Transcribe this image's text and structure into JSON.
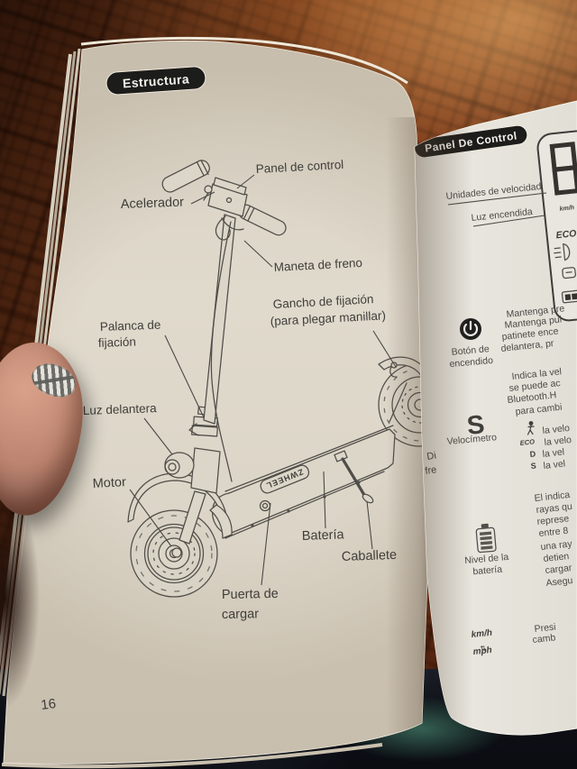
{
  "left_page": {
    "section_badge": "Estructura",
    "page_number": "16",
    "brand_logo": "ZWHEEL",
    "labels": {
      "panel_de_control": "Panel de control",
      "acelerador": "Acelerador",
      "maneta_de_freno": "Maneta de freno",
      "gancho_1": "Gancho de fijación",
      "gancho_2": "(para plegar manillar)",
      "palanca_1": "Palanca de",
      "palanca_2": "fijación",
      "luz_delantera": "Luz delantera",
      "motor": "Motor",
      "bateria": "Batería",
      "caballete": "Caballete",
      "puerta_1": "Puerta de",
      "puerta_2": "cargar"
    },
    "spine_fragments": {
      "f1": "Di",
      "f2": "fre"
    }
  },
  "right_page": {
    "section_badge": "Panel De Control",
    "display": {
      "digit": "8",
      "unit": "km/h",
      "eco": "ECO"
    },
    "callouts": {
      "unidades": "Unidades de velocidad",
      "luz": "Luz encendida"
    },
    "power": {
      "label_1": "Botón de",
      "label_2": "encendido",
      "lines": [
        "Mantenga pre",
        "Mantenga pul",
        "patinete ence",
        "delantera, pr"
      ]
    },
    "speed": {
      "symbol": "S",
      "label": "Velocímetro",
      "lines": [
        "Indica la vel",
        "se puede ac",
        "Bluetooth.H",
        "para cambi"
      ],
      "modes": [
        {
          "sym": "",
          "text": "la velo"
        },
        {
          "sym": "ECO",
          "text": "la velo"
        },
        {
          "sym": "D",
          "text": "la vel"
        },
        {
          "sym": "S",
          "text": "la vel"
        }
      ]
    },
    "battery": {
      "label_1": "Nivel de la",
      "label_2": "batería",
      "lines": [
        "El indica",
        "rayas qu",
        "represe",
        "entre 8",
        "una ray",
        "detien",
        "cargar",
        "Asegu"
      ]
    },
    "units": {
      "top": "km/h",
      "bottom": "mph",
      "swap_glyph": "⇄",
      "lines": [
        "Presi",
        "camb"
      ]
    }
  },
  "colors": {
    "badge_bg": "#1c1c1a",
    "paper_left": "#dcd5c6",
    "paper_right": "#e9e6df",
    "ink": "#3f3e3a",
    "floor": "#6b3117",
    "fabric": "#12161e"
  }
}
